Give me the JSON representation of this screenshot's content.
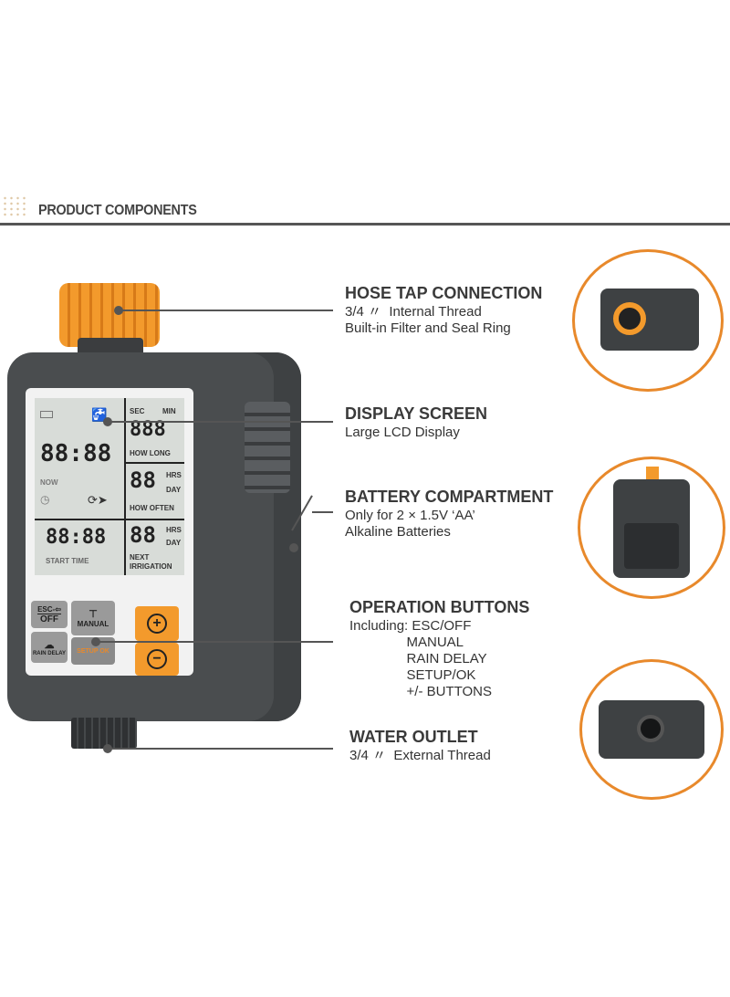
{
  "header": {
    "title": "PRODUCT COMPONENTS"
  },
  "components": [
    {
      "title": "HOSE TAP CONNECTION",
      "lines": [
        "3/4 〃  Internal Thread",
        "Built-in Filter and Seal Ring"
      ]
    },
    {
      "title": "DISPLAY SCREEN",
      "lines": [
        "Large LCD Display"
      ]
    },
    {
      "title": "BATTERY COMPARTMENT",
      "lines": [
        "Only for 2 × 1.5V ‘AA’",
        "Alkaline Batteries"
      ]
    },
    {
      "title": "OPERATION BUTTONS",
      "lines": [
        "Including: ESC/OFF",
        "               MANUAL",
        "               RAIN DELAY",
        "               SETUP/OK",
        "               +/- BUTTONS"
      ]
    },
    {
      "title": "WATER OUTLET",
      "lines": [
        "3/4 〃  External Thread"
      ]
    }
  ],
  "lcd": {
    "clock": "88:88",
    "now": "NOW",
    "sec": "SEC",
    "min": "MIN",
    "how_long_digits": "888",
    "how_long": "HOW LONG",
    "hrs": "HRS",
    "day": "DAY",
    "how_often_digits": "88",
    "how_often": "HOW OFTEN",
    "start_digits": "88:88",
    "start_time": "START TIME",
    "next_digits": "88",
    "next_irrigation": "NEXT\nIRRIGATION"
  },
  "buttons": {
    "esc": "ESC-⇦",
    "off": "OFF",
    "manual": "MANUAL",
    "rain_delay": "RAIN DELAY",
    "setup": "SETUP OK",
    "plus": "+",
    "minus": "−"
  },
  "colors": {
    "accent": "#e8892b",
    "body": "#4a4d4f",
    "lcd": "#d8dcd8"
  }
}
